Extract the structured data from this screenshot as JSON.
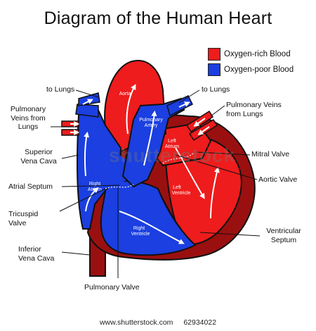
{
  "title": "Diagram of the Human Heart",
  "legend": [
    {
      "label": "Oxygen-rich Blood",
      "color": "#ee1c1c"
    },
    {
      "label": "Oxygen-poor Blood",
      "color": "#1b3fe0"
    }
  ],
  "colors": {
    "oxygen_rich": "#ee1c1c",
    "oxygen_poor": "#1b3fe0",
    "muscle": "#9a1010",
    "outline": "#111111"
  },
  "labels": {
    "to_lungs_left": "to Lungs",
    "to_lungs_right": "to Lungs",
    "pulmonary_veins_left": [
      "Pulmonary",
      "Veins from",
      "Lungs"
    ],
    "pulmonary_veins_right": [
      "Pulmonary Veins",
      "from Lungs"
    ],
    "superior_vena_cava": [
      "Superior",
      "Vena Cava"
    ],
    "atrial_septum": "Atrial Septum",
    "tricuspid_valve": [
      "Tricuspid",
      "Valve"
    ],
    "inferior_vena_cava": [
      "Inferior",
      "Vena Cava"
    ],
    "mitral_valve": "Mitral Valve",
    "aortic_valve": "Aortic Valve",
    "ventricular_septum": [
      "Ventricular",
      "Septum"
    ],
    "pulmonary_valve": "Pulmonary Valve"
  },
  "inner_labels": {
    "aorta": "Aorta",
    "pulmonary_artery": [
      "Pulmonary",
      "Artery"
    ],
    "left_atrium": [
      "Left",
      "Atrium"
    ],
    "right_atrium": [
      "Right",
      "Atrium"
    ],
    "left_ventricle": [
      "Left",
      "Ventricle"
    ],
    "right_ventricle": [
      "Right",
      "Ventricle"
    ]
  },
  "footer": {
    "site": "www.shutterstock.com",
    "id": "62934022"
  },
  "watermark": "shutterstock"
}
